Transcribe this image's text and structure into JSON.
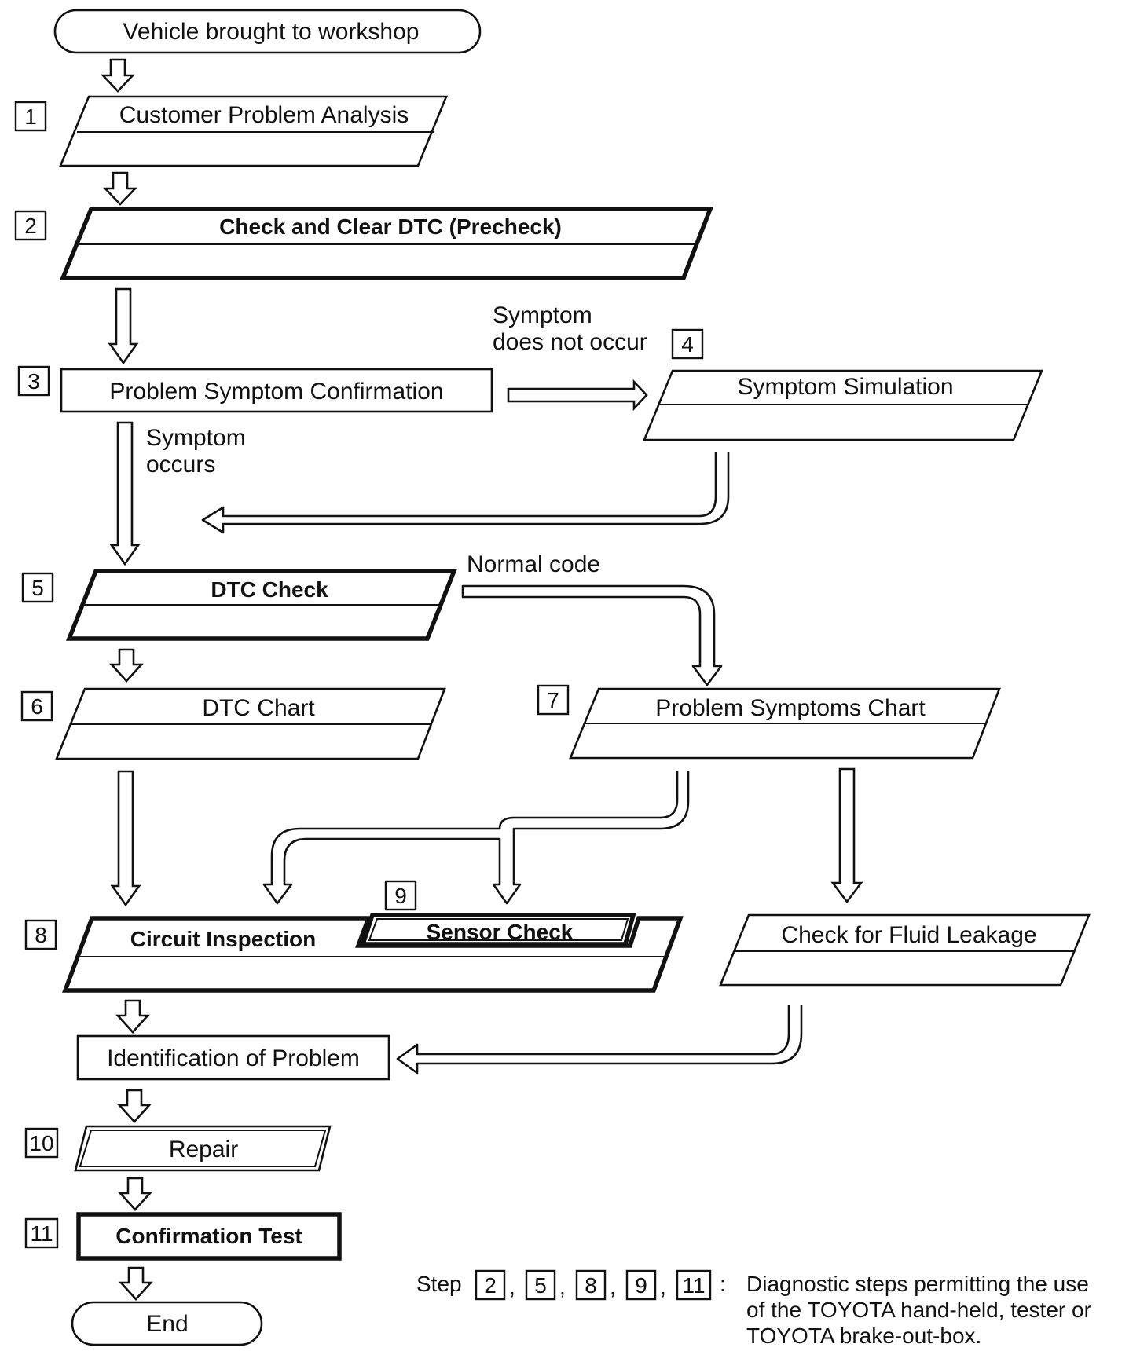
{
  "steps": {
    "start": "Vehicle brought to workshop",
    "s1": {
      "num": "1",
      "label": "Customer Problem Analysis"
    },
    "s2": {
      "num": "2",
      "label": "Check and Clear DTC (Precheck)"
    },
    "s3": {
      "num": "3",
      "label": "Problem Symptom Confirmation"
    },
    "s4": {
      "num": "4",
      "label": "Symptom Simulation"
    },
    "s5": {
      "num": "5",
      "label": "DTC Check"
    },
    "s6": {
      "num": "6",
      "label": "DTC Chart"
    },
    "s7": {
      "num": "7",
      "label": "Problem Symptoms Chart"
    },
    "s8": {
      "num": "8",
      "label": "Circuit Inspection"
    },
    "s9": {
      "num": "9",
      "label": "Sensor Check"
    },
    "fluid": "Check for Fluid Leakage",
    "ident": "Identification of Problem",
    "s10": {
      "num": "10",
      "label": "Repair"
    },
    "s11": {
      "num": "11",
      "label": "Confirmation Test"
    },
    "end": "End"
  },
  "branches": {
    "not_occur_1": "Symptom",
    "not_occur_2": "does not occur",
    "occurs_1": "Symptom",
    "occurs_2": "occurs",
    "normal_code": "Normal code"
  },
  "footnote": {
    "step_word": "Step",
    "steps": [
      "2",
      "5",
      "8",
      "9",
      "11"
    ],
    "colon": ":",
    "line1": "Diagnostic steps permitting the use",
    "line2": "of the TOYOTA hand-held, tester or",
    "line3": "TOYOTA brake-out-box."
  }
}
